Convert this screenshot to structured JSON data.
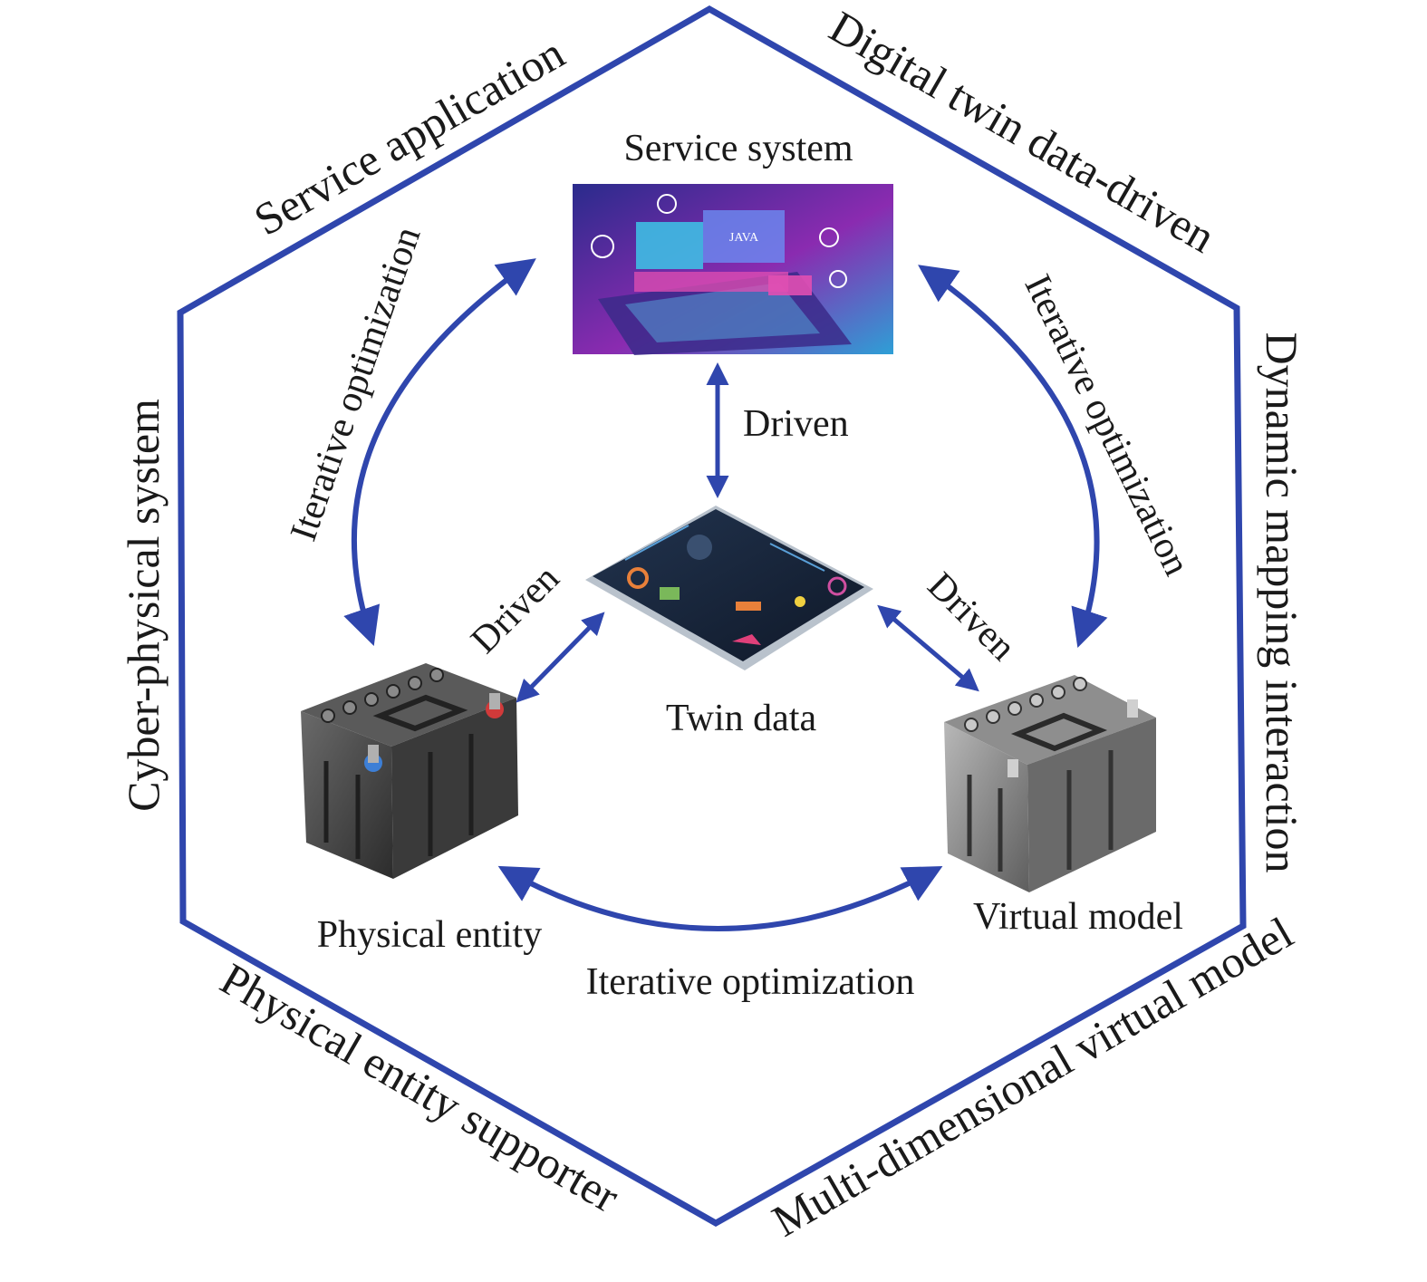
{
  "colors": {
    "frame": "#2f46ad",
    "arrow": "#2f46ad",
    "text": "#1a1a1a",
    "screen_gradient": [
      "#2a2b8c",
      "#8a2bb0",
      "#2e9fd6"
    ],
    "tablet": "#17243a",
    "battery_physical": "#4a4a4a",
    "battery_virtual": "#8c8c8c"
  },
  "hexagon_sides": {
    "top_left": "Service application",
    "top_right": "Digital twin data-driven",
    "right": "Dynamic mapping interaction",
    "bottom_right": "Multi-dimensional virtual model",
    "bottom_left": "Physical entity supporter",
    "left": "Cyber-physical system"
  },
  "nodes": {
    "service_system": {
      "label": "Service system",
      "icon": "laptop-icon",
      "screen_text": "JAVA"
    },
    "twin_data": {
      "label": "Twin data",
      "icon": "dashboard-tablet-icon"
    },
    "physical_entity": {
      "label": "Physical entity",
      "icon": "car-battery-icon"
    },
    "virtual_model": {
      "label": "Virtual model",
      "icon": "car-battery-icon"
    }
  },
  "edges": {
    "service_to_twin": "Driven",
    "twin_to_physical": "Driven",
    "twin_to_virtual": "Driven",
    "service_physical": "Iterative optimization",
    "service_virtual": "Iterative optimization",
    "physical_virtual": "Iterative optimization"
  }
}
